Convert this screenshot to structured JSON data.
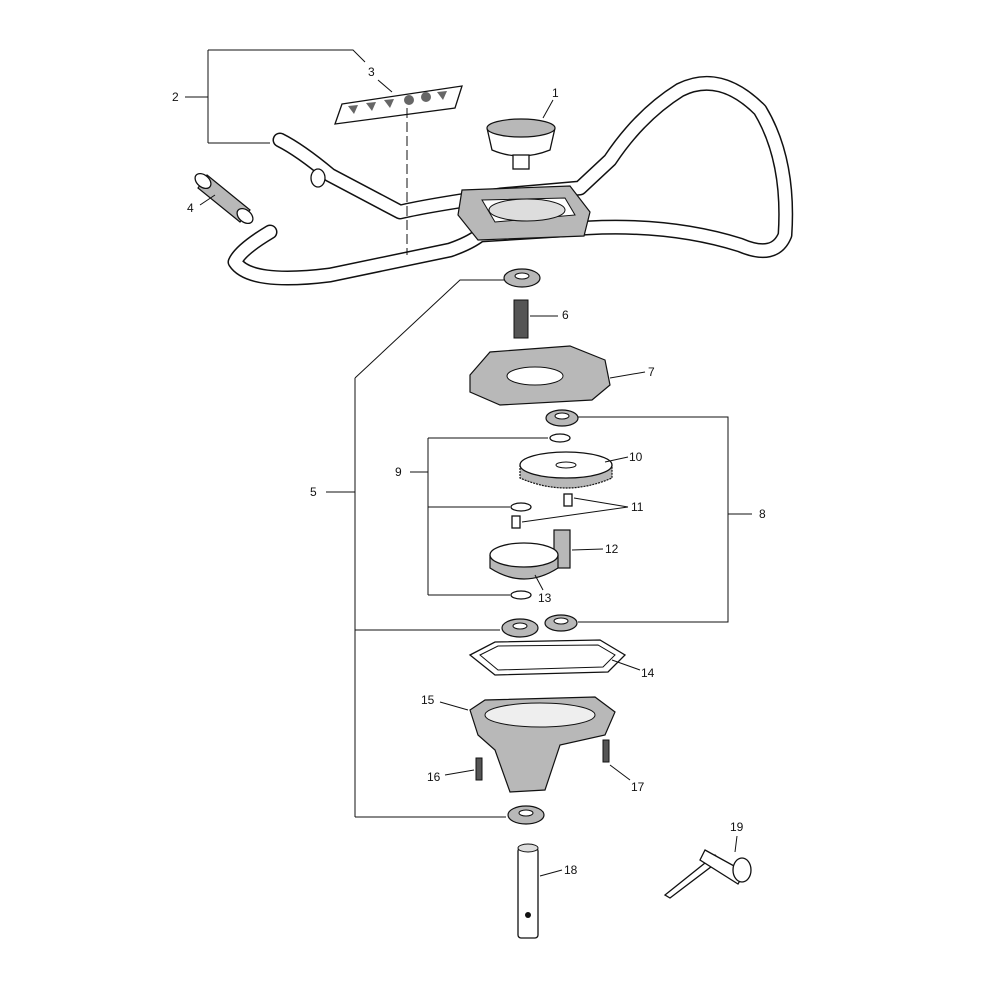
{
  "diagram": {
    "type": "exploded-parts-view",
    "callouts": {
      "p1": "1",
      "p2": "2",
      "p3": "3",
      "p4": "4",
      "p5": "5",
      "p6": "6",
      "p7": "7",
      "p8": "8",
      "p9": "9",
      "p10": "10",
      "p11": "11",
      "p12": "12",
      "p13": "13",
      "p14": "14",
      "p15": "15",
      "p16": "16",
      "p17": "17",
      "p18": "18",
      "p19": "19"
    }
  }
}
